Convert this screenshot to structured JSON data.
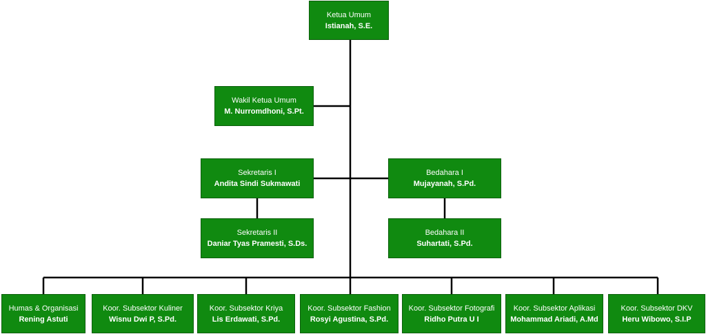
{
  "colors": {
    "box_fill": "#108a10",
    "box_border": "#0b5e0b",
    "text": "#ffffff",
    "connector": "#000000"
  },
  "nodes": [
    {
      "id": "ketua",
      "role": "Ketua Umum",
      "name": "Istianah, S.E."
    },
    {
      "id": "wakil",
      "role": "Wakil Ketua Umum",
      "name": "M. Nurromdhoni, S.Pt."
    },
    {
      "id": "sekretaris1",
      "role": "Sekretaris I",
      "name": "Andita Sindi Sukmawati"
    },
    {
      "id": "sekretaris2",
      "role": "Sekretaris II",
      "name": "Daniar Tyas Pramesti, S.Ds."
    },
    {
      "id": "bendahara1",
      "role": "Bedahara I",
      "name": "Mujayanah, S.Pd."
    },
    {
      "id": "bendahara2",
      "role": "Bedahara II",
      "name": "Suhartati, S.Pd."
    },
    {
      "id": "humas",
      "role": "Humas & Organisasi",
      "name": "Rening Astuti"
    },
    {
      "id": "kuliner",
      "role": "Koor. Subsektor Kuliner",
      "name": "Wisnu Dwi P, S.Pd."
    },
    {
      "id": "kriya",
      "role": "Koor. Subsektor Kriya",
      "name": "Lis Erdawati, S.Pd."
    },
    {
      "id": "fashion",
      "role": "Koor. Subsektor Fashion",
      "name": "Rosyi Agustina, S.Pd."
    },
    {
      "id": "fotografi",
      "role": "Koor. Subsektor Fotografi",
      "name": "Ridho Putra U I"
    },
    {
      "id": "aplikasi",
      "role": "Koor. Subsektor Aplikasi",
      "name": "Mohammad Ariadi, A.Md"
    },
    {
      "id": "dkv",
      "role": "Koor. Subsektor DKV",
      "name": "Heru Wibowo, S.I.P"
    }
  ]
}
